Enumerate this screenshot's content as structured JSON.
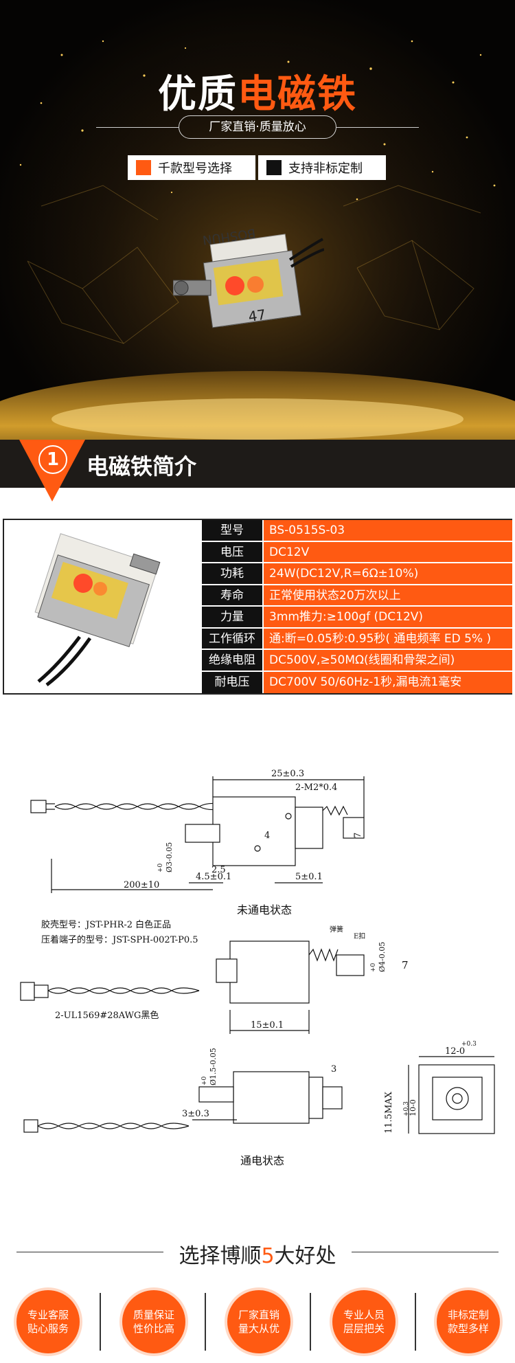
{
  "hero": {
    "title_white": "优质",
    "title_orange": "电磁铁",
    "subtitle": "厂家直销·质量放心",
    "tags": [
      {
        "label": "千款型号选择",
        "color": "#ff5a12"
      },
      {
        "label": "支持非标定制",
        "color": "#111111"
      }
    ],
    "product_print": "BOSHUN",
    "product_mark": "47"
  },
  "section1": {
    "number": "1",
    "title": "电磁铁简介"
  },
  "specs": [
    {
      "label": "型号",
      "value": "BS-0515S-03"
    },
    {
      "label": "电压",
      "value": "DC12V"
    },
    {
      "label": "功耗",
      "value": "24W(DC12V,R=6Ω±10%)"
    },
    {
      "label": "寿命",
      "value": "正常使用状态20万次以上"
    },
    {
      "label": "力量",
      "value": "3mm推力:≥100gf   (DC12V)"
    },
    {
      "label": "工作循环",
      "value": "通:断=0.05秒:0.95秒( 通电频率 ED 5% )"
    },
    {
      "label": "绝缘电阻",
      "value": "DC500V,≥50MΩ(线圈和骨架之间)"
    },
    {
      "label": "耐电压",
      "value": "DC700V 50/60Hz-1秒,漏电流1毫安"
    }
  ],
  "drawing": {
    "dim_25": "25±0.3",
    "dim_m2": "2-M2*0.4",
    "dim_4": "4",
    "dim_25b": "2.5",
    "dim_d3": "Ø3-0.05",
    "dim_d3_tol": "+0",
    "dim_7": "7",
    "dim_200": "200±10",
    "dim_45": "4.5±0.1",
    "dim_5": "5±0.1",
    "state_off": "未通电状态",
    "housing": "胶壳型号：JST-PHR-2 白色正品",
    "terminal": "压着端子的型号：JST-SPH-002T-P0.5",
    "spring": "弹簧",
    "e_ring": "E扣",
    "dim_d4": "Ø4-0.05",
    "dim_d4_tol": "+0",
    "dim_7b": "7",
    "wire": "2-UL1569#28AWG黑色",
    "dim_15": "15±0.1",
    "dim_d15": "Ø1.5-0.05",
    "dim_d15_tol": "+0",
    "dim_3": "3",
    "dim_3b": "3±0.3",
    "dim_12": "12-0",
    "dim_12_tol": "+0.3",
    "dim_115": "11.5MAX",
    "dim_10": "10-0",
    "dim_10_tol": "+0.3",
    "state_on": "通电状态"
  },
  "advantages": {
    "title_a": "选择博顺",
    "title_num": "5",
    "title_b": "大好处",
    "items": [
      {
        "line1": "专业客服",
        "line2": "贴心服务"
      },
      {
        "line1": "质量保证",
        "line2": "性价比高"
      },
      {
        "line1": "厂家直销",
        "line2": "量大从优"
      },
      {
        "line1": "专业人员",
        "line2": "层层把关"
      },
      {
        "line1": "非标定制",
        "line2": "款型多样"
      }
    ]
  },
  "colors": {
    "accent": "#ff5a12",
    "dark": "#111111",
    "band": "#1e1b18"
  }
}
